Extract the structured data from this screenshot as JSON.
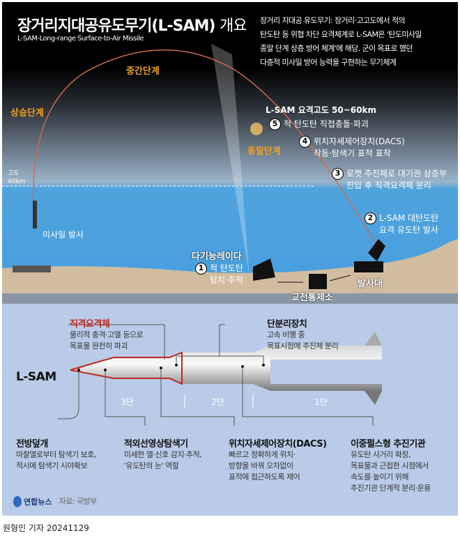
{
  "title": {
    "main": "장거리지대공유도무기(L-SAM)",
    "suffix": "개요",
    "subtitle": "L-SAM-Long-range Surface-to-Air Missile"
  },
  "summary": [
    "장거리 지대공 유도무기: 장거리·고고도에서 적의",
    "탄도탄 등 위협 차단 요격체계로 L-SAM은 '탄도미사일",
    "종말 단계 상층 방어 체계'에 해당. 군이 목표로 했던",
    "다층적 미사일 방어 능력을 구현하는 무기체계"
  ],
  "phases": {
    "ascent": "상승단계",
    "midcourse": "중간단계",
    "terminal": "종말단계"
  },
  "altitude": {
    "label": "고도",
    "value": "40km"
  },
  "missile_launch": "미사일 발사",
  "intercept_altitude": "L-SAM 요격고도 50~60km",
  "steps": [
    {
      "n": "1",
      "lines": [
        "적 탄도탄",
        "탐지·추적"
      ]
    },
    {
      "n": "2",
      "lines": [
        "L-SAM 대탄도탄",
        "요격 유도탄 발사"
      ]
    },
    {
      "n": "3",
      "lines": [
        "로켓 추진체로 대기권 상층부",
        "진입 후 직격요격체 분리"
      ]
    },
    {
      "n": "4",
      "lines": [
        "위치자세제어장치(DACS)",
        "작동·탐색기 표적 표착"
      ]
    },
    {
      "n": "5",
      "lines": [
        "적 탄도탄 직접충돌·파괴"
      ]
    }
  ],
  "ground": {
    "radar": "다기능레이다",
    "command": "교전통제소",
    "launcher": "발사대"
  },
  "missile": {
    "name": "L-SAM",
    "stages": [
      "3단",
      "2단",
      "1단"
    ]
  },
  "parts": {
    "kill_vehicle": {
      "title": "직격요격체",
      "lines": [
        "물리적 충격·고열 등으로",
        "목표물 완전히 파괴"
      ]
    },
    "separation": {
      "title": "단분리장치",
      "lines": [
        "고속 비행 중",
        "목표시점에 추진체 분리"
      ]
    },
    "nose_cover": {
      "title": "전방덮개",
      "lines": [
        "마찰열로부터 탐색기 보호,",
        "적시에 탐색기 시야확보"
      ]
    },
    "ir_seeker": {
      "title": "적외선영상탐색기",
      "lines": [
        "미세한 열·신호 감지·추적,",
        "'유도탄의 눈' 역할"
      ]
    },
    "dacs": {
      "title": "위치자세제어장치(DACS)",
      "lines": [
        "빠르고 정확하게 위치·",
        "방향을 바꿔 오차없이",
        "표적에 접근하도록 제어"
      ]
    },
    "motor": {
      "title": "이중펄스형 추진기관",
      "lines": [
        "유도탄 사거리 확장,",
        "목표물과 근접한 시점에서",
        "속도를 높이기 위해",
        "추진기관 단계적 분리·운용"
      ]
    }
  },
  "footer": {
    "logo": "연합뉴스",
    "source": "자료: 국방부",
    "byline": "원형민 기자",
    "date": "20241129"
  },
  "colors": {
    "phase": "#f0a020",
    "kill_vehicle": "#c0281e",
    "trajectory": "#d06a50",
    "panel": "#b9cbe8"
  }
}
